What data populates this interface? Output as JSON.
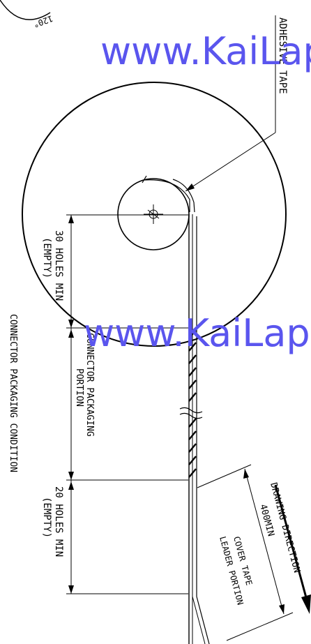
{
  "angle_label": "120°",
  "labels": {
    "adhesive_tape": "ADHESIVE TAPE",
    "holes_30": "30 HOLES MIN",
    "empty_top": "(EMPTY)",
    "connector_portion_line1": "CONNECTOR PACKAGING",
    "connector_portion_line2": "PORTION",
    "holes_20": "20 HOLES MIN",
    "empty_bottom": "(EMPTY)",
    "caption": "CONNECTOR PACKAGING CONDITION",
    "drawing_direction": "DRAWING DIRECTION",
    "length_400": "400MIN",
    "cover_tape_line1": "COVER TAPE",
    "cover_tape_line2": "LEADER PORTION"
  },
  "watermark": {
    "text_top": "www.KaiLap",
    "text_mid": "www.KaiLap",
    "color": "#5a55ee"
  },
  "colors": {
    "line": "#000000",
    "background": "#ffffff"
  }
}
